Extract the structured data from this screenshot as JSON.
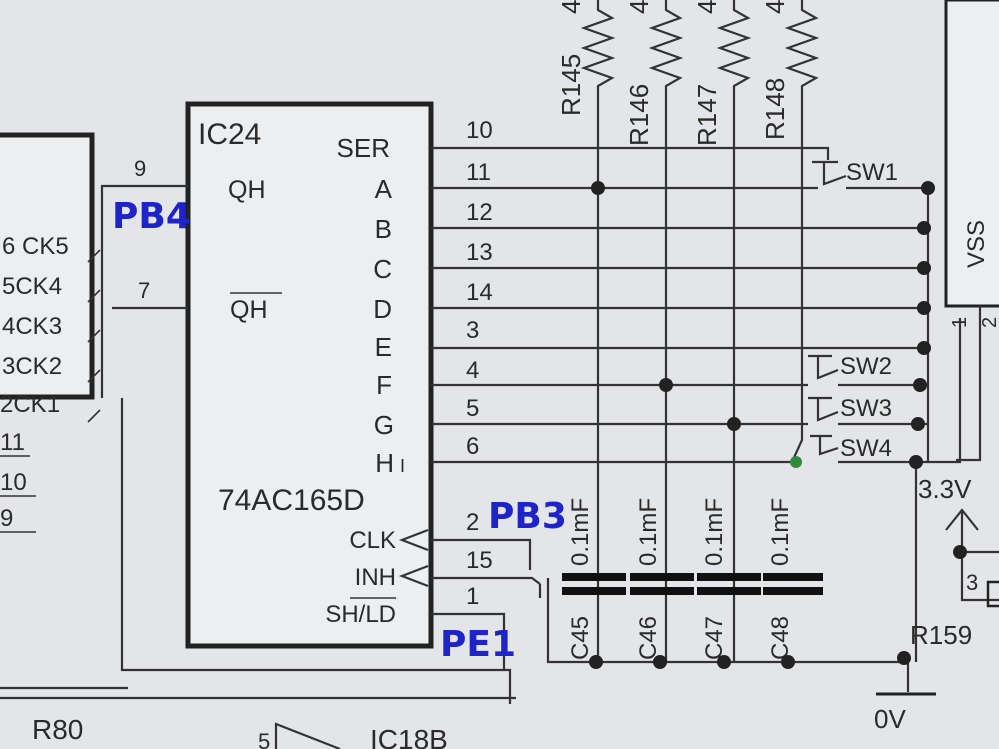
{
  "ic": {
    "name": "IC24",
    "part": "74AC165D",
    "pins_right": [
      "SER",
      "A",
      "B",
      "C",
      "D",
      "E",
      "F",
      "G",
      "H"
    ],
    "pin_nums_right": [
      "10",
      "11",
      "12",
      "13",
      "14",
      "3",
      "4",
      "5",
      "6"
    ],
    "out_qh": "QH",
    "out_qh_bar": "QH",
    "clk": "CLK",
    "inh": "INH",
    "shld": "SH/LD",
    "num_clk": "2",
    "num_inh": "15",
    "num_shld": "1",
    "num_qh": "9",
    "num_qhbar": "7"
  },
  "left_ic": {
    "pins": [
      "6 CK5",
      "5CK4",
      "4CK3",
      "3CK2",
      "2CK1",
      "11",
      "10",
      "9"
    ]
  },
  "resistors": [
    "R145",
    "R146",
    "R147",
    "R148"
  ],
  "resistor_value_fragment": "4",
  "capacitors": {
    "names": [
      "C45",
      "C46",
      "C47",
      "C48"
    ],
    "value": "0.1mF"
  },
  "switches": [
    "SW1",
    "SW2",
    "SW3",
    "SW4"
  ],
  "vss": {
    "label": "VSS",
    "pin1": "1",
    "pin2": "2"
  },
  "power": {
    "v33": "3.3V",
    "gnd": "0V"
  },
  "misc": {
    "r159": "R159",
    "r159_pin": "3",
    "r80": "R80",
    "ic18b": "IC18B",
    "ic18b_pin": "5"
  },
  "handwritten": {
    "pb4": "PB4",
    "pb3": "PB3",
    "pe1": "PE1"
  },
  "cursor_glyph": "I"
}
